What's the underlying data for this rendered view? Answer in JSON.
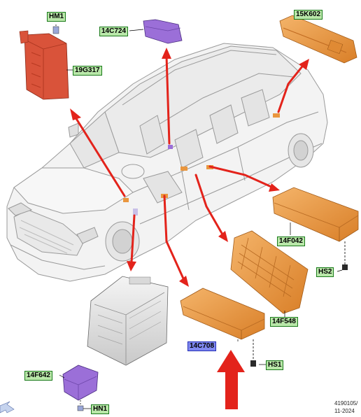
{
  "callouts": {
    "hm1": "HM1",
    "c724": "14C724",
    "k602": "15K602",
    "g317": "19G317",
    "f042": "14F042",
    "hs2": "HS2",
    "f548": "14F548",
    "c708": "14C708",
    "hs1": "HS1",
    "f642": "14F642",
    "hn1": "HN1"
  },
  "footer": {
    "drawing_id": "4190105/",
    "date": "11-2024"
  },
  "colors": {
    "module_orange": "#e9963e",
    "module_purple": "#9b6fd8",
    "module_red": "#d9533a",
    "arrow_red": "#e3231b",
    "callout_green": "#b9e7a9",
    "callout_blue": "#7f88f0"
  }
}
